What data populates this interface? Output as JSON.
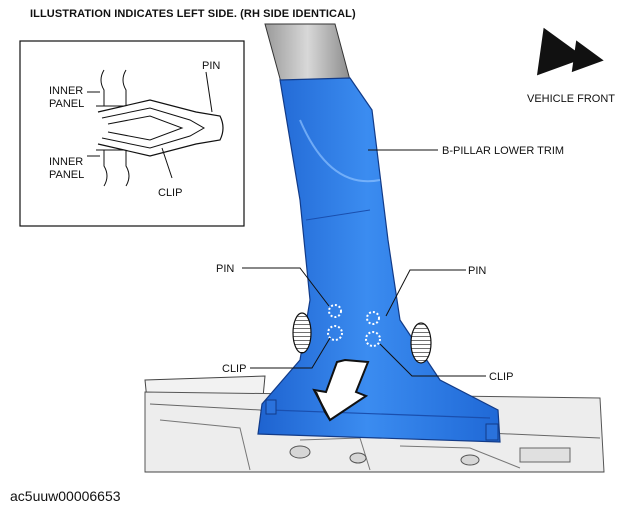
{
  "title": "ILLUSTRATION INDICATES LEFT SIDE. (RH SIDE IDENTICAL)",
  "inset": {
    "pin": "PIN",
    "inner_panel_top": [
      "INNER",
      "PANEL"
    ],
    "inner_panel_bottom": [
      "INNER",
      "PANEL"
    ],
    "clip": "CLIP"
  },
  "labels": {
    "vehicle_front": "VEHICLE FRONT",
    "b_pillar_lower_trim": "B-PILLAR LOWER TRIM",
    "pin_left": "PIN",
    "pin_right": "PIN",
    "clip_left": "CLIP",
    "clip_right": "CLIP"
  },
  "colors": {
    "trim_blue": "#2f7fe6",
    "trim_blue_dark": "#1b5fc4",
    "line": "#111111"
  },
  "image_code": "ac5uuw00006653"
}
